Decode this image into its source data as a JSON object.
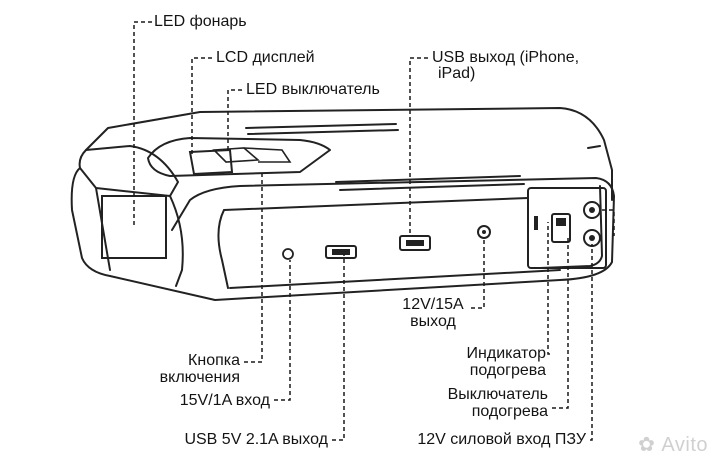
{
  "labels": {
    "led_flashlight": "LED фонарь",
    "lcd_display": "LCD дисплей",
    "led_switch": "LED выключатель",
    "usb_out_line1": "USB выход (iPhone,",
    "usb_out_line2": "iPad)",
    "out_12v_line1": "12V/15A",
    "out_12v_line2": "выход",
    "power_button_line1": "Кнопка",
    "power_button_line2": "включения",
    "input_15v": "15V/1A вход",
    "usb_5v_out": "USB 5V 2.1A выход",
    "heat_indicator_line1": "Индикатор",
    "heat_indicator_line2": "подогрева",
    "heat_switch_line1": "Выключатель",
    "heat_switch_line2": "подогрева",
    "charger_input": "12V силовой вход ПЗУ"
  },
  "watermark": "Avito",
  "colors": {
    "line": "#1a1a1a",
    "device_stroke": "#222222"
  }
}
